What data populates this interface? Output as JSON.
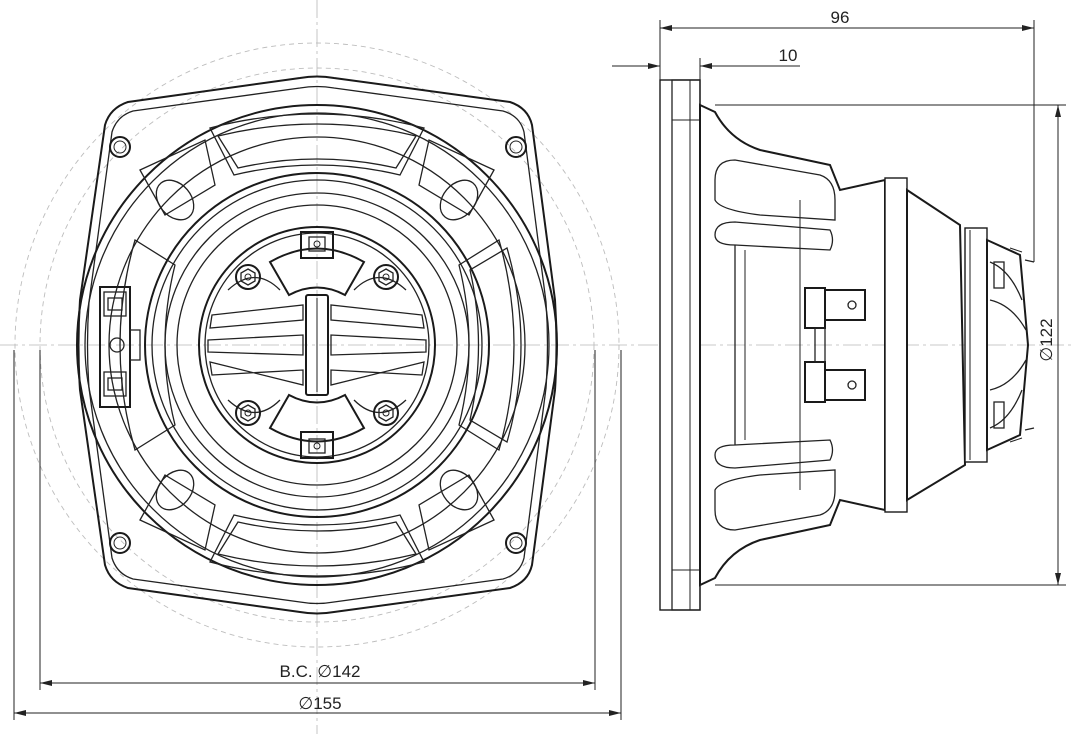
{
  "drawing": {
    "line_color": "#1a1a1a",
    "centerline_color": "#b8b8b8",
    "background": "#ffffff"
  },
  "dimensions": {
    "depth_total": "96",
    "flange_thickness": "10",
    "magnet_diameter": "∅122",
    "bolt_circle": "B.C. ∅142",
    "outer_diameter": "∅155"
  }
}
